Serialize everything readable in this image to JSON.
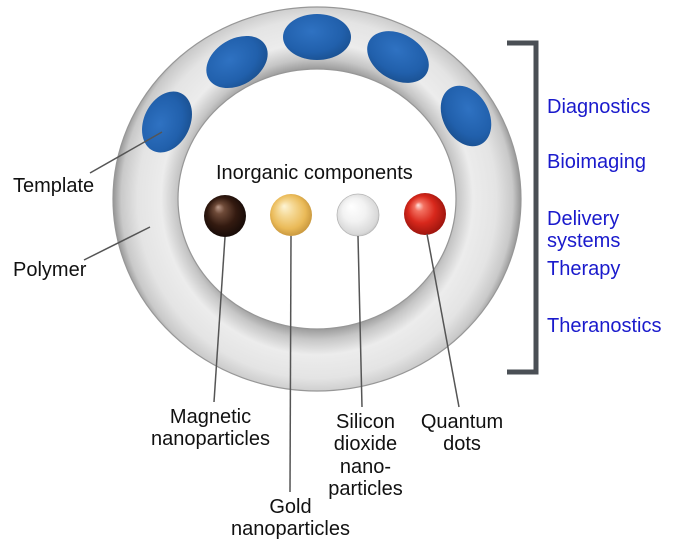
{
  "labels": {
    "template": "Template",
    "polymer": "Polymer",
    "inorganic_components": "Inorganic components"
  },
  "components": {
    "magnetic": {
      "lines": [
        "Magnetic",
        "nanoparticles"
      ],
      "color": "#331A10"
    },
    "gold": {
      "lines": [
        "Gold",
        "nanoparticles"
      ],
      "color": "#EABA58"
    },
    "silicon_dioxide": {
      "lines": [
        "Silicon",
        "dioxide",
        "nano-",
        "particles"
      ],
      "color": "#D9D9D9"
    },
    "quantum_dots": {
      "lines": [
        "Quantum",
        "dots"
      ],
      "color": "#D8281C"
    }
  },
  "applications": {
    "diagnostics": "Diagnostics",
    "bioimaging": "Bioimaging",
    "delivery_systems": [
      "Delivery",
      "systems"
    ],
    "therapy": "Therapy",
    "theranostics": "Theranostics"
  },
  "colors": {
    "template_particle_blue": "#2160AC",
    "polymer_ring_gray": "#D9D9D9",
    "application_text_blue": "#1A1ACC",
    "bracket_gray": "#4A4F55",
    "pointer_line": "#555555"
  }
}
